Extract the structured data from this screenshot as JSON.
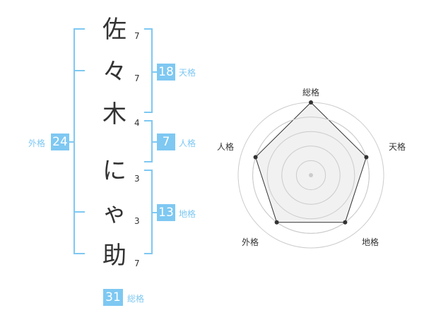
{
  "name_chars": [
    {
      "char": "佐",
      "strokes": "7"
    },
    {
      "char": "々",
      "strokes": "7"
    },
    {
      "char": "木",
      "strokes": "4"
    },
    {
      "char": "に",
      "strokes": "3"
    },
    {
      "char": "ゃ",
      "strokes": "3"
    },
    {
      "char": "助",
      "strokes": "7"
    }
  ],
  "kakusu": {
    "tenkaku": {
      "value": "18",
      "label": "天格"
    },
    "jinkaku": {
      "value": "7",
      "label": "人格"
    },
    "chikaku": {
      "value": "13",
      "label": "地格"
    },
    "gaikaku": {
      "value": "24",
      "label": "外格"
    },
    "soukaku": {
      "value": "31",
      "label": "総格"
    }
  },
  "radar": {
    "axes": [
      "総格",
      "天格",
      "地格",
      "外格",
      "人格"
    ],
    "values": [
      1.0,
      0.8,
      0.8,
      0.8,
      0.8
    ],
    "max": 1.0,
    "rings": 5,
    "colors": {
      "fill": "#efefef",
      "line": "#333333",
      "ring": "#cccccc",
      "point": "#333333",
      "center": "#cccccc"
    }
  },
  "colors": {
    "accent": "#7ec8f2",
    "text": "#333333"
  }
}
